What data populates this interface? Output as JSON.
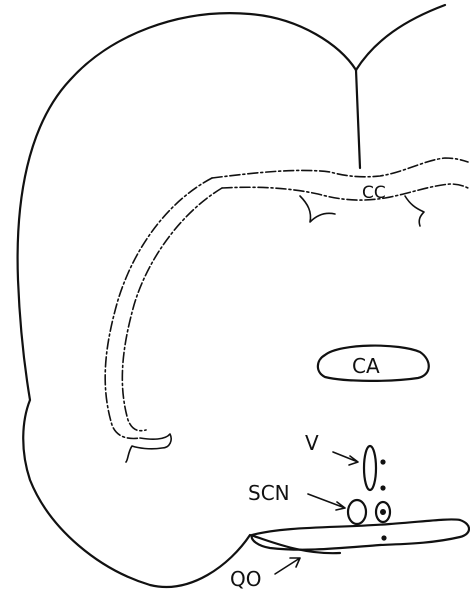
{
  "labels": {
    "corpus_callosum": "CC",
    "anterior_commissure": "CA",
    "third_ventricle": "V",
    "suprachiasmatic_nucleus": "SCN",
    "optic_chiasm": "QO"
  }
}
